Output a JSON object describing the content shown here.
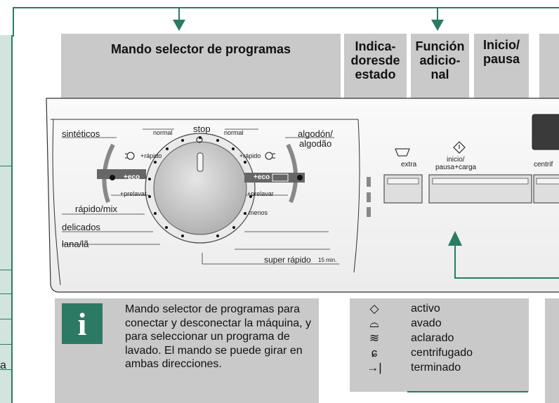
{
  "headers": {
    "selector": "Mando selector de programas",
    "indicators": [
      "Indica-",
      "doresde",
      "estado"
    ],
    "function": [
      "Función",
      "adicio-",
      "nal"
    ],
    "start": [
      "Inicio/",
      "pausa"
    ]
  },
  "left_strip": {
    "text": "a"
  },
  "dial": {
    "stop": "stop",
    "left": {
      "sinteticos": "sintéticos",
      "normal": "normal",
      "rapido_small": "+rápido",
      "eco": "+eco",
      "prelavar": "+prelavar",
      "rapido_mix": "rápido/mix",
      "delicados": "delicados",
      "lana": "lana/lã"
    },
    "right": {
      "algodon": "algodón/",
      "algodao": "algodão",
      "normal": "normal",
      "rapido_small": "+rápido",
      "eco": "+eco",
      "prelavar": "+prelavar",
      "menos": "menos",
      "super_rapido": "super rápido",
      "super_rapido_time": "15 min."
    }
  },
  "buttons": {
    "extra": "extra",
    "inicio": "inicio/",
    "pausa_carga": "pausa+carga",
    "centrif": "centrif"
  },
  "info": {
    "icon_letter": "i",
    "text": "Mando selector de programas para conectar y desconectar la máquina, y para seleccionar un programa de lavado. El mando se puede girar en ambas direcciones."
  },
  "legend": [
    {
      "icon": "start-pause-icon",
      "glyph": "◇",
      "label": "activo"
    },
    {
      "icon": "wash-icon",
      "glyph": "⌓",
      "label": "avado"
    },
    {
      "icon": "rinse-icon",
      "glyph": "≋",
      "label": "aclarado"
    },
    {
      "icon": "spin-icon",
      "glyph": "ɕ",
      "label": "centrifugado"
    },
    {
      "icon": "end-icon",
      "glyph": "→|",
      "label": "terminado"
    }
  ],
  "colors": {
    "accent": "#2c7a63",
    "header_bg": "#c9c9c9",
    "panel_bg": "#f4f4f4",
    "strip_bg": "#d3e4df"
  }
}
